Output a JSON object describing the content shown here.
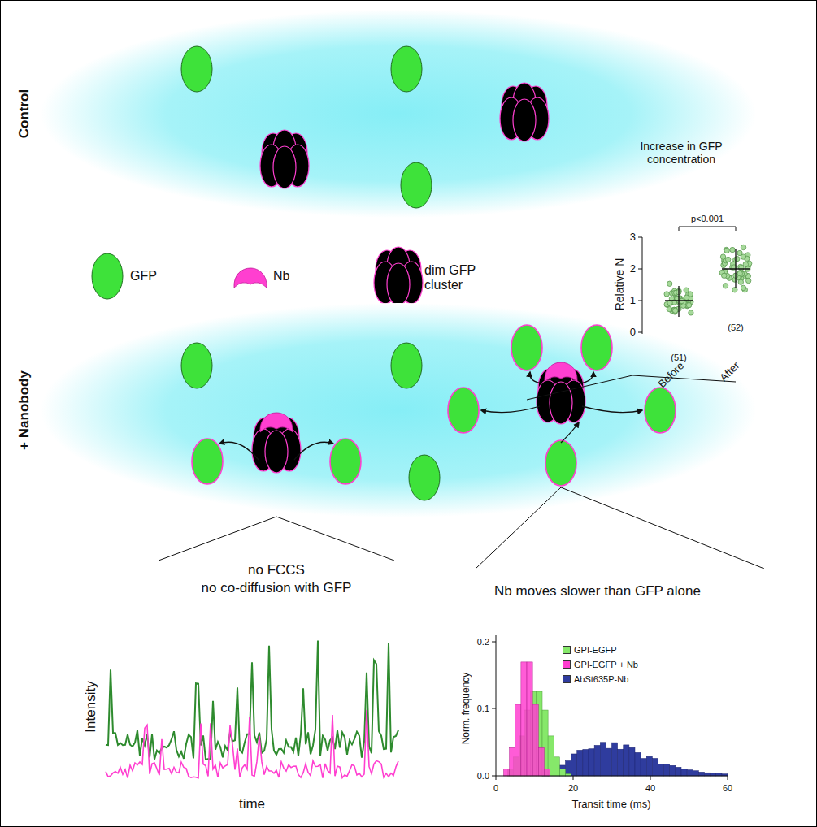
{
  "diagram": {
    "labels": [
      "Control",
      "+ Nanobody",
      "Increase in GFP concentration",
      "Relative N",
      "0",
      "1",
      "2",
      "3",
      "p<0.001",
      "(51)",
      "(52)",
      "Before",
      "After",
      "no FCCS",
      "no co-diffusion with GFP",
      "Intensity",
      "time",
      "Nb moves slower than GFP alone",
      "Norm. frequency",
      "0.2",
      "0.1",
      "0.0",
      "0",
      "20",
      "40",
      "60",
      "Transit time (ms)"
    ],
    "legend": [
      {
        "text": "GFP"
      },
      {
        "text": "Nb"
      },
      {
        "text": "dim GFP cluster"
      },
      {
        "text": "GPI-EGFP",
        "color": "#86e86a"
      },
      {
        "text": "GPI-EGFP + Nb",
        "color": "#ff3fd0"
      },
      {
        "text": "AbSt635P-Nb",
        "color": "#2f3c9e"
      }
    ]
  }
}
